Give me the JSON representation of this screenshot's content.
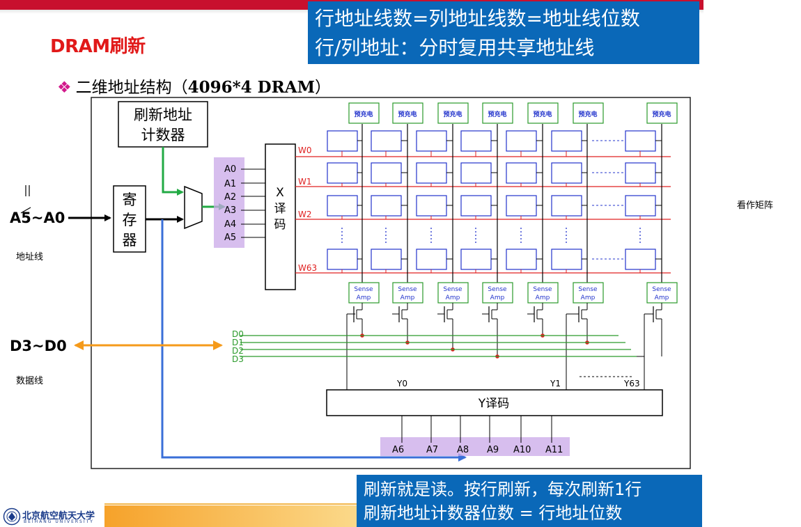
{
  "slide": {
    "title": "DRAM刷新",
    "subtitle_prefix": "二维地址结构（",
    "subtitle_bold": "4096*4 DRAM",
    "subtitle_suffix": "）",
    "bullet": "❖"
  },
  "callouts": {
    "top_line1": "行地址线数=列地址线数=地址线位数",
    "top_line2": "行/列地址：分时复用共享地址线",
    "bottom_line1": "刷新就是读。按行刷新，每次刷新1行",
    "bottom_line2": "刷新地址计数器位数 = 行地址位数"
  },
  "side_notes": {
    "address_lines": "地址线",
    "data_lines": "数据线",
    "as_matrix": "看作矩阵"
  },
  "diagram": {
    "refresh_counter_line1": "刷新地址",
    "refresh_counter_line2": "计数器",
    "register_line1": "寄",
    "register_line2": "存",
    "register_line3": "器",
    "addr_in": "A5~A0",
    "data_io": "D3~D0",
    "x_decoder_line1": "X",
    "x_decoder_line2": "译",
    "x_decoder_line3": "码",
    "y_decoder": "Y译码",
    "precharge": "预充电",
    "sense_amp_line1": "Sense",
    "sense_amp_line2": "Amp",
    "row_addr_labels": [
      "A0",
      "A1",
      "A2",
      "A3",
      "A4",
      "A5"
    ],
    "word_lines": [
      "W0",
      "W1",
      "W2",
      "W63"
    ],
    "data_lines": [
      "D0",
      "D1",
      "D2",
      "D3"
    ],
    "y_outputs": [
      "Y0",
      "Y1",
      "Y63"
    ],
    "col_addr_labels": [
      "A6",
      "A7",
      "A8",
      "A9",
      "A10",
      "A11"
    ]
  },
  "logo": {
    "name_cn": "北京航空航天大学",
    "name_en": "BEIHANG UNIVERSITY"
  },
  "colors": {
    "title_red": "#e11919",
    "callout_blue": "#0a68b8",
    "word_line_red": "#e02020",
    "data_line_green": "#2a9a2a",
    "arrow_green": "#22aa44",
    "arrow_blue": "#3a6fd8",
    "arrow_orange": "#f59a1a",
    "highlight_purple": "#c9a8e8",
    "cell_blue": "#2233cc",
    "precharge_green": "#2a9a2a"
  }
}
